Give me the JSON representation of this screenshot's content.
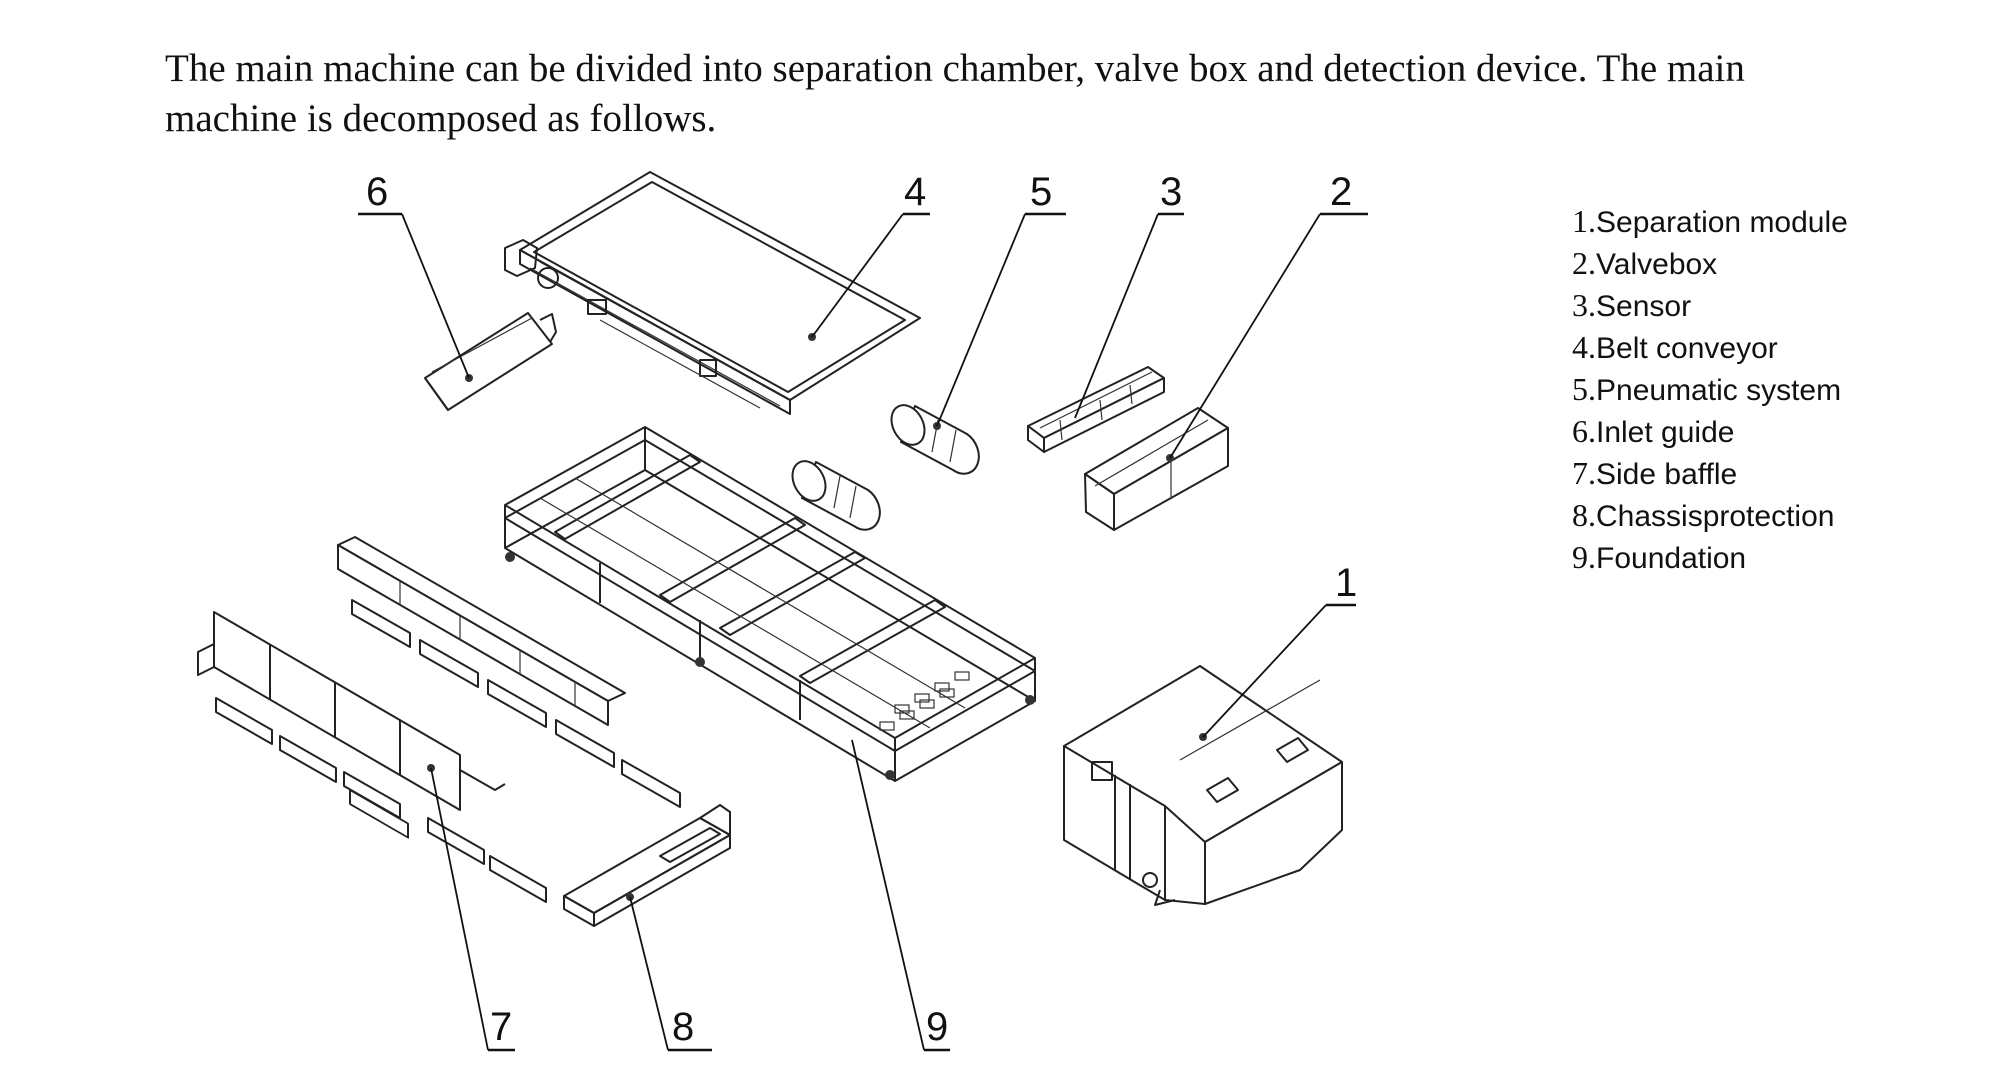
{
  "intro": {
    "text": "The main machine can be divided into separation chamber, valve box and detection device. The main machine is decomposed as follows."
  },
  "callouts": {
    "c1": "1",
    "c2": "2",
    "c3": "3",
    "c4": "4",
    "c5": "5",
    "c6": "6",
    "c7": "7",
    "c8": "8",
    "c9": "9"
  },
  "legend": [
    {
      "num": "1.",
      "label": "Separation module"
    },
    {
      "num": "2.",
      "label": "Valvebox"
    },
    {
      "num": "3.",
      "label": "Sensor"
    },
    {
      "num": "4.",
      "label": "Belt conveyor"
    },
    {
      "num": "5.",
      "label": "Pneumatic system"
    },
    {
      "num": "6.",
      "label": "Inlet guide"
    },
    {
      "num": "7.",
      "label": "Side baffle"
    },
    {
      "num": "8.",
      "label": "Chassisprotection"
    },
    {
      "num": "9.",
      "label": "Foundation"
    }
  ]
}
